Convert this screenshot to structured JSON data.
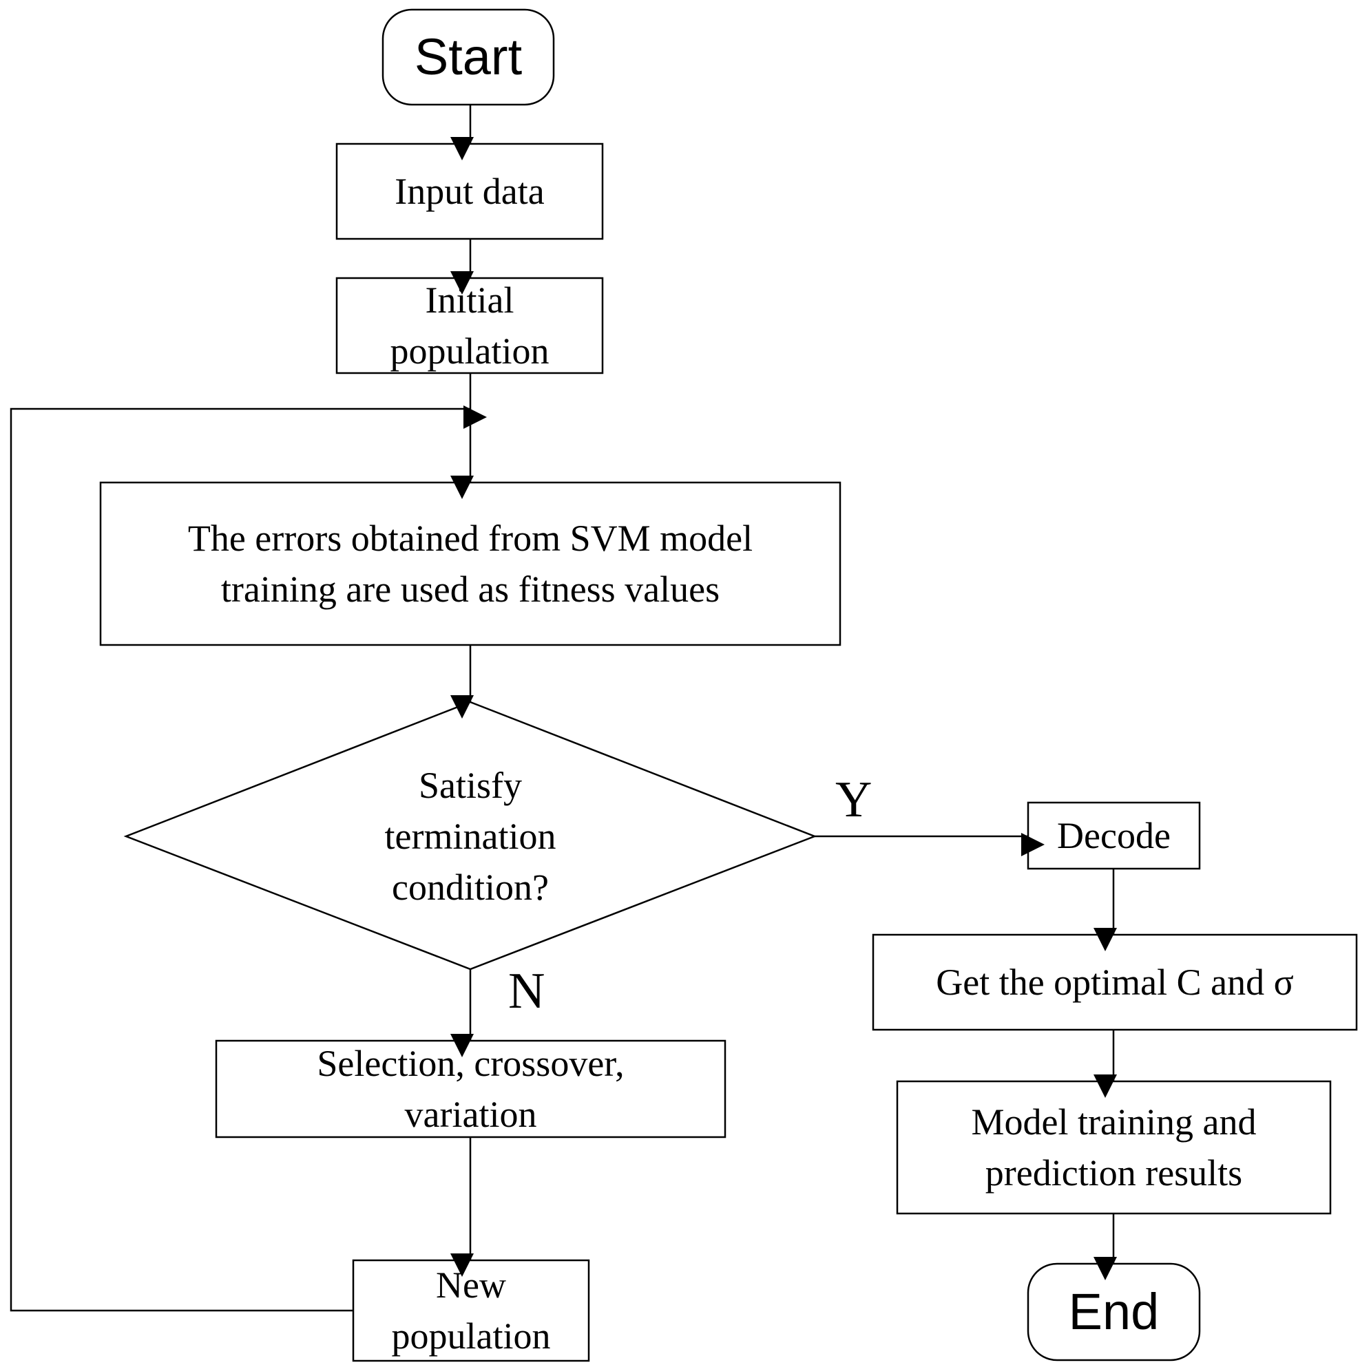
{
  "nodes": {
    "start": "Start",
    "input_data": "Input data",
    "initial_population": "Initial\npopulation",
    "fitness": "The errors obtained from SVM model\ntraining are used as fitness values",
    "condition": "Satisfy\ntermination\ncondition?",
    "genetic_ops": "Selection, crossover,\nvariation",
    "new_population": "New\npopulation",
    "decode": "Decode",
    "optimal": "Get the optimal C and σ",
    "results": "Model training and\nprediction results",
    "end": "End"
  },
  "edges": {
    "yes_label": "Y",
    "no_label": "N"
  },
  "colors": {
    "stroke": "#000000",
    "background": "#ffffff"
  }
}
